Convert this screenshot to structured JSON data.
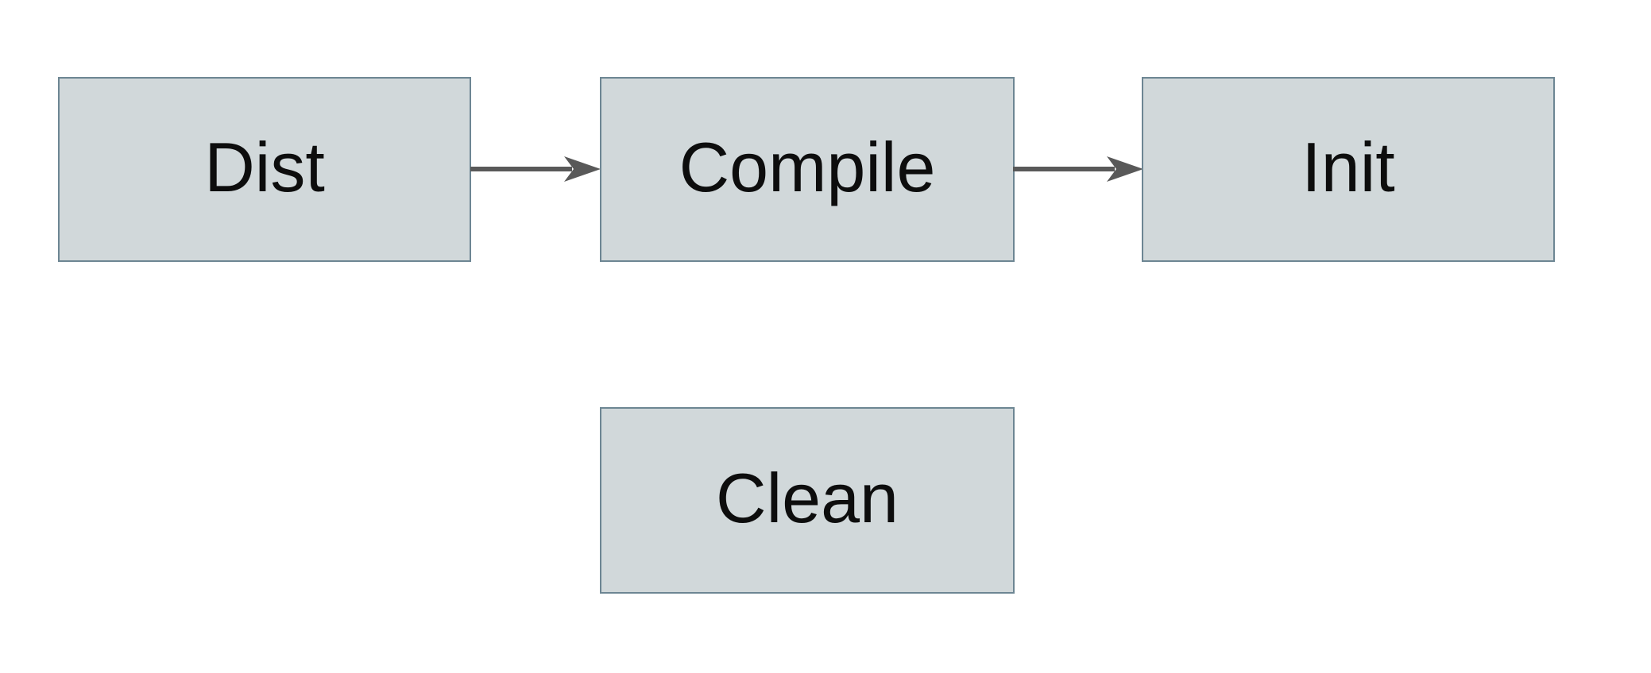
{
  "diagram": {
    "title": "build-tasks-flowchart",
    "nodes": [
      {
        "id": "dist",
        "label": "Dist"
      },
      {
        "id": "compile",
        "label": "Compile"
      },
      {
        "id": "init",
        "label": "Init"
      },
      {
        "id": "clean",
        "label": "Clean"
      }
    ],
    "edges": [
      {
        "from": "dist",
        "to": "compile"
      },
      {
        "from": "compile",
        "to": "init"
      }
    ]
  },
  "colors": {
    "background": "#ffffff",
    "box-fill": "#d1d8da",
    "box-border": "#6d8693",
    "arrow": "#595959",
    "label": "#0d0d0d"
  }
}
